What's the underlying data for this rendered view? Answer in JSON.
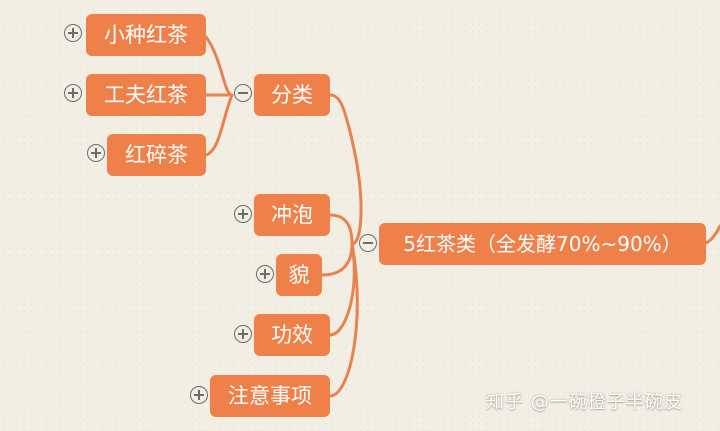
{
  "colors": {
    "node": "#f08049",
    "edge": "#e8834f",
    "toggle": "#6d6d6d"
  },
  "root": {
    "label": "5红茶类（全发酵70%~90%）",
    "toggle": "collapse"
  },
  "branches": {
    "fenlei": {
      "label": "分类",
      "toggle": "collapse",
      "children": [
        {
          "label": "小种红茶",
          "toggle": "expand"
        },
        {
          "label": "工夫红茶",
          "toggle": "expand"
        },
        {
          "label": "红碎茶",
          "toggle": "expand"
        }
      ]
    },
    "others": [
      {
        "label": "冲泡",
        "toggle": "expand"
      },
      {
        "label": "貌",
        "toggle": "expand"
      },
      {
        "label": "功效",
        "toggle": "expand"
      },
      {
        "label": "注意事项",
        "toggle": "expand"
      }
    ]
  },
  "watermark": "知乎 @一碗橙子半碗皮"
}
